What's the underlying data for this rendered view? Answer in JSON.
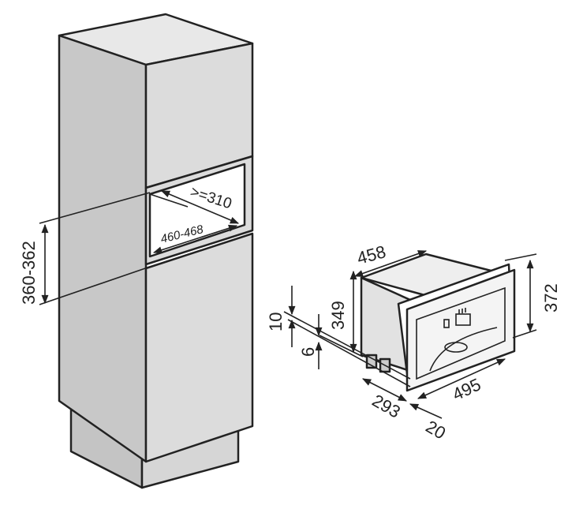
{
  "cabinet": {
    "niche_height_label": "360-362",
    "niche_depth_label": ">=310",
    "niche_width_label": "460-468"
  },
  "appliance": {
    "body_width_label": "458",
    "body_height_label": "349",
    "front_height_label": "372",
    "front_width_label": "495",
    "body_depth_label": "293",
    "front_depth_label": "20",
    "gap_top_label": "10",
    "gap_bottom_label": "6"
  },
  "colors": {
    "side": "#c8c8c8",
    "front": "#dedede",
    "top": "#ececec",
    "line": "#222222"
  }
}
